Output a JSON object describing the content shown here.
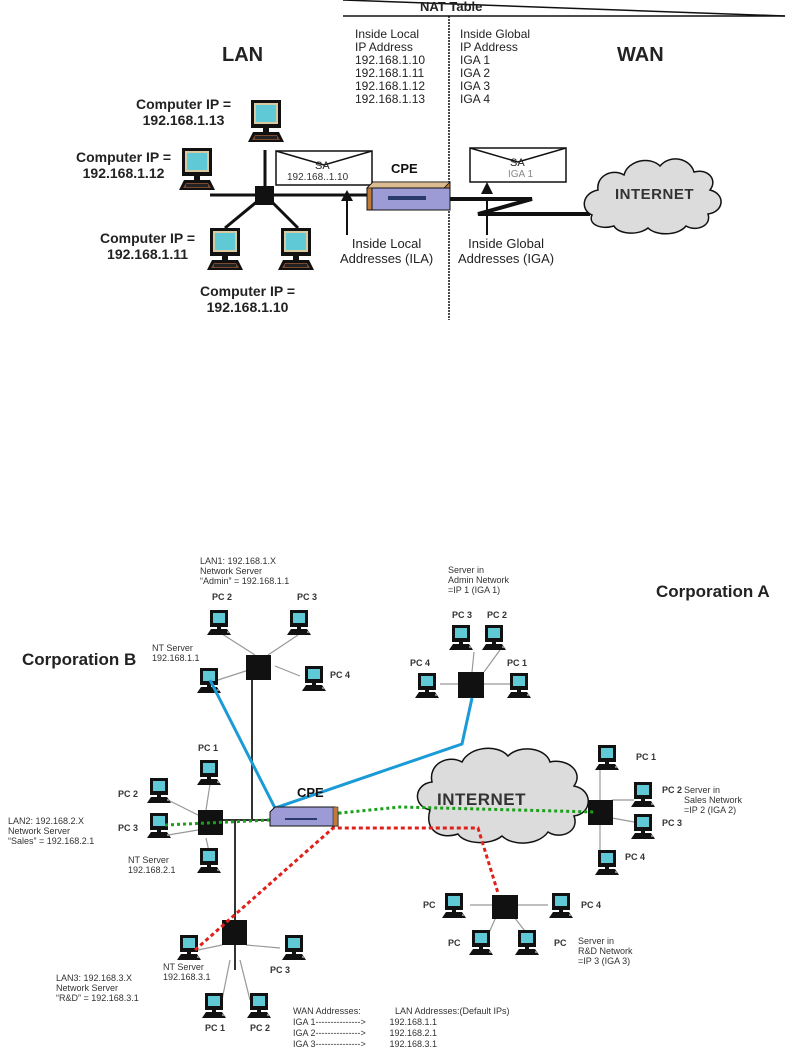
{
  "diagram1": {
    "nat_table": {
      "title": "NAT Table",
      "inside_local_header": [
        "Inside Local",
        "IP Address"
      ],
      "inside_global_header": [
        "Inside Global",
        "IP Address"
      ],
      "inside_local": [
        "192.168.1.10",
        "192.168.1.11",
        "192.168.1.12",
        "192.168.1.13"
      ],
      "inside_global": [
        "IGA 1",
        "IGA 2",
        "IGA 3",
        "IGA 4"
      ]
    },
    "lan_label": "LAN",
    "wan_label": "WAN",
    "computers": [
      {
        "label": "Computer IP =",
        "ip": "192.168.1.13"
      },
      {
        "label": "Computer IP =",
        "ip": "192.168.1.12"
      },
      {
        "label": "Computer IP =",
        "ip": "192.168.1.11"
      },
      {
        "label": "Computer IP =",
        "ip": "192.168.1.10"
      }
    ],
    "envelope_local": {
      "sa": "SA",
      "addr": "192.168..1.10"
    },
    "envelope_global": {
      "sa": "SA",
      "addr": "IGA 1"
    },
    "cpe_label": "CPE",
    "internet_label": "INTERNET",
    "ila_label": [
      "Inside Local",
      "Addresses (ILA)"
    ],
    "iga_label": [
      "Inside Global",
      "Addresses (IGA)"
    ]
  },
  "diagram2": {
    "corp_a": "Corporation A",
    "corp_b": "Corporation B",
    "cpe_label": "CPE",
    "internet_label": "INTERNET",
    "lan1": {
      "desc": [
        "LAN1: 192.168.1.X",
        "Network Server",
        "“Admin” = 192.168.1.1"
      ],
      "pc2": "PC 2",
      "pc3": "PC 3",
      "pc4": "PC 4",
      "nt_server": [
        "NT Server",
        "192.168.1.1"
      ]
    },
    "lan2": {
      "desc": [
        "LAN2: 192.168.2.X",
        "Network Server",
        "“Sales” = 192.168.2.1"
      ],
      "pc1": "PC 1",
      "pc2": "PC 2",
      "pc3": "PC 3",
      "nt_server": [
        "NT Server",
        "192.168.2.1"
      ]
    },
    "lan3": {
      "desc": [
        "LAN3: 192.168.3.X",
        "Network Server",
        "“R&D” = 192.168.3.1"
      ],
      "pc1": "PC 1",
      "pc2": "PC 2",
      "pc3": "PC 3",
      "nt_server": [
        "NT Server",
        "192.168.3.1"
      ]
    },
    "admin_net": {
      "desc": [
        "Server in",
        "Admin Network",
        "=IP 1 (IGA 1)"
      ],
      "pc1": "PC 1",
      "pc2": "PC 2",
      "pc3": "PC 3",
      "pc4": "PC 4"
    },
    "sales_net": {
      "desc": [
        "Server in",
        "Sales Network",
        "=IP 2 (IGA 2)"
      ],
      "pc1": "PC 1",
      "pc2": "PC 2",
      "pc3": "PC 3",
      "pc4": "PC 4"
    },
    "rd_net": {
      "desc": [
        "Server in",
        "R&D Network",
        "=IP 3 (IGA 3)"
      ],
      "pc_a": "PC",
      "pc_b": "PC",
      "pc_c": "PC",
      "pc4": "PC 4"
    },
    "mapping": {
      "wan_header": "WAN Addresses:",
      "lan_header": "LAN Addresses:(Default IPs)",
      "rows": [
        {
          "wan": "IGA 1",
          "arrow": "--------------->",
          "lan": "192.168.1.1"
        },
        {
          "wan": "IGA 2",
          "arrow": "--------------->",
          "lan": "192.168.2.1"
        },
        {
          "wan": "IGA 3",
          "arrow": "--------------->",
          "lan": "192.168.3.1"
        }
      ]
    },
    "link_colors": {
      "lan1": "#1a9ad6",
      "lan2": "#1aa01a",
      "lan3": "#e0201a"
    }
  }
}
